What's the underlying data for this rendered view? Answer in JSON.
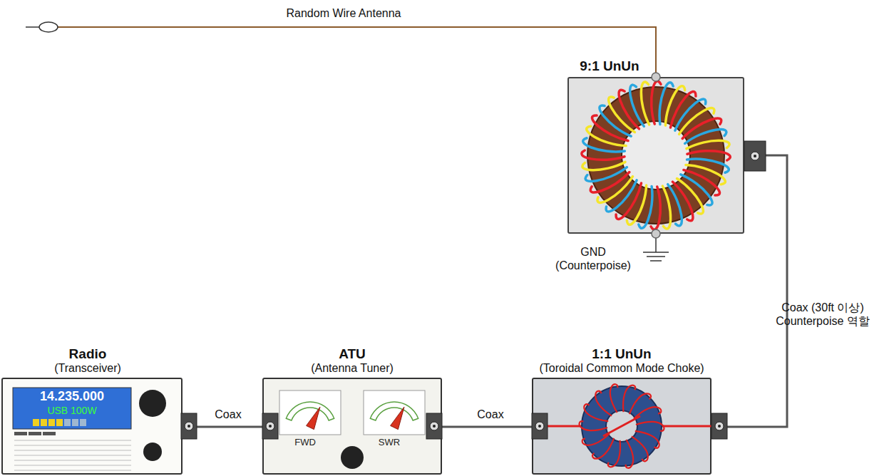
{
  "diagram": {
    "nodes": [
      {
        "text": [
          "Radio",
          "(Transceiver)",
          "14.235.000",
          "USB 100W"
        ]
      },
      {
        "text": [
          "ATU",
          "(Antenna Tuner)",
          "FWD",
          "SWR"
        ]
      },
      {
        "text": [
          "1:1 UnUn",
          "(Toroidal Common Mode Choke)"
        ]
      },
      {
        "text": [
          "9:1 UnUn"
        ]
      }
    ],
    "edges": [
      {
        "from": 0,
        "to": 1,
        "arrow": "none",
        "label": "Coax"
      },
      {
        "from": 1,
        "to": 2,
        "arrow": "none",
        "label": "Coax"
      },
      {
        "from": 2,
        "to": 3,
        "arrow": "none",
        "label": "Coax (30ft 이상) Counterpoise 역할"
      }
    ],
    "labels": [
      "Random Wire Antenna",
      "GND (Counterpoise)"
    ]
  }
}
